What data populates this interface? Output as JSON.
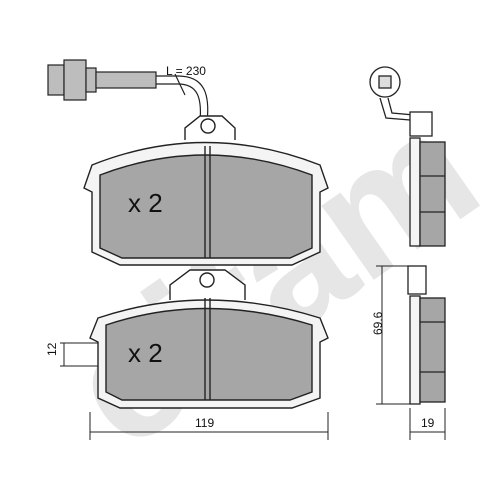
{
  "wire": {
    "length_label": "L = 230"
  },
  "pads": {
    "top_qty": "x 2",
    "bottom_qty": "x 2"
  },
  "dimensions": {
    "width": "119",
    "height": "69.6",
    "thickness": "19",
    "backing": "12"
  },
  "watermark": {
    "text": "cifam"
  },
  "colors": {
    "pad_fill": "#a6a6a6",
    "line": "#222222",
    "wire_fill": "#bdbdbd",
    "watermark": "#e6e6e6"
  }
}
